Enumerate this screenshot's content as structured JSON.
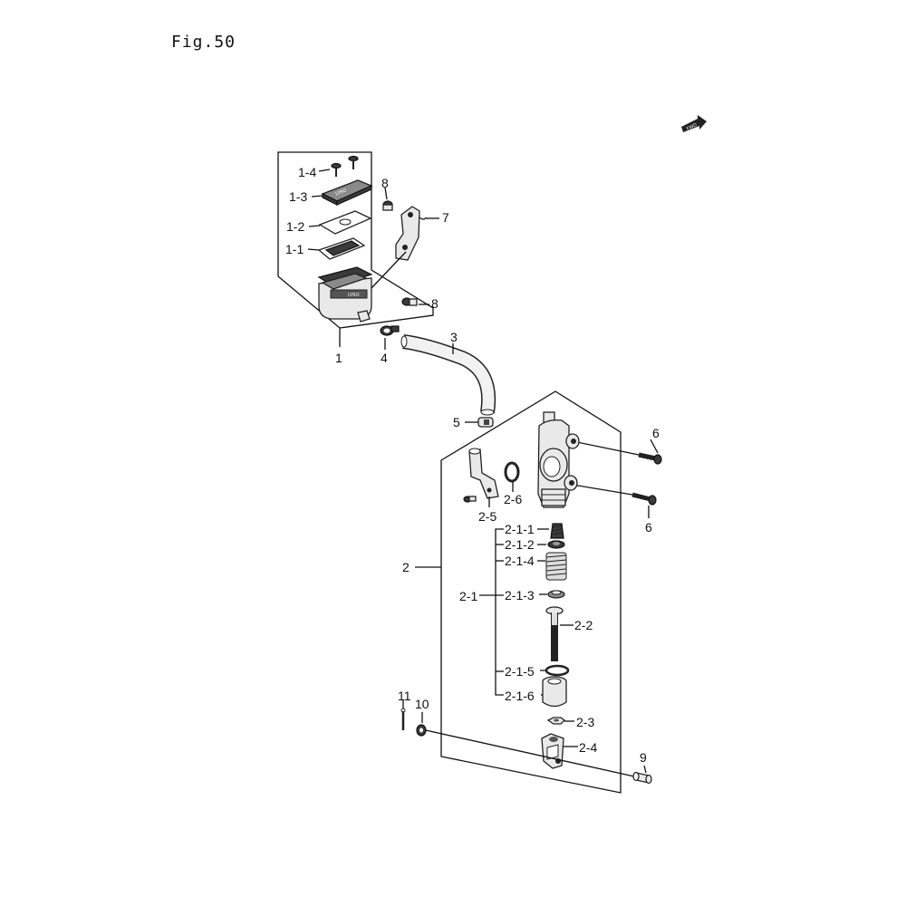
{
  "figure": {
    "title": "Fig.50",
    "fwd_badge": "FWD"
  },
  "callouts": {
    "c1_4": "1-4",
    "c1_3": "1-3",
    "c1_2": "1-2",
    "c1_1": "1-1",
    "c1": "1",
    "c8a": "8",
    "c8b": "8",
    "c7": "7",
    "c3": "3",
    "c4": "4",
    "c5": "5",
    "c6a": "6",
    "c6b": "6",
    "c2_6": "2-6",
    "c2_5": "2-5",
    "c2": "2",
    "c2_1": "2-1",
    "c2_1_1": "2-1-1",
    "c2_1_2": "2-1-2",
    "c2_1_4": "2-1-4",
    "c2_1_3": "2-1-3",
    "c2_1_5": "2-1-5",
    "c2_1_6": "2-1-6",
    "c2_2": "2-2",
    "c2_3": "2-3",
    "c2_4": "2-4",
    "c9": "9",
    "c10": "10",
    "c11": "11"
  }
}
